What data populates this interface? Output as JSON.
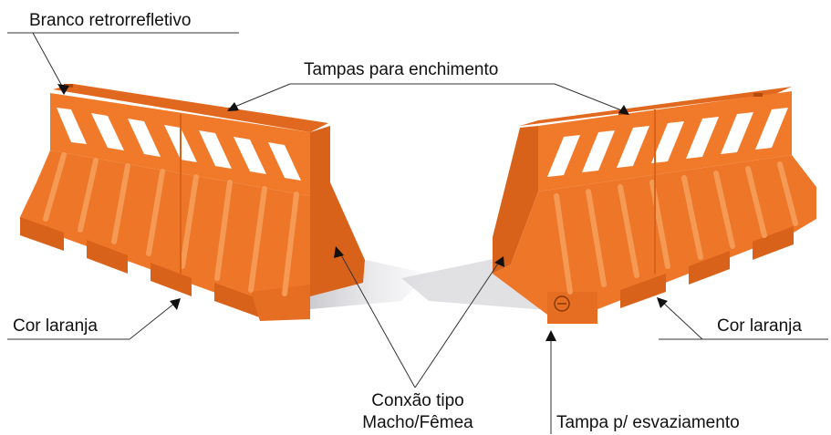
{
  "labels": {
    "branco_retrorrefletivo": "Branco retrorrefletivo",
    "tampas_enchimento": "Tampas para enchimento",
    "cor_laranja_left": "Cor laranja",
    "cor_laranja_right": "Cor laranja",
    "conexao_line1": "Conxão tipo",
    "conexao_line2": "Macho/Fêmea",
    "tampa_esvaziamento": "Tampa p/ esvaziamento"
  },
  "colors": {
    "barrier_orange": "#F07A2A",
    "barrier_dark": "#D9621A",
    "barrier_light": "#F59A55",
    "reflective_white": "#FFFFFF",
    "shadow": "#C9C9CD"
  }
}
